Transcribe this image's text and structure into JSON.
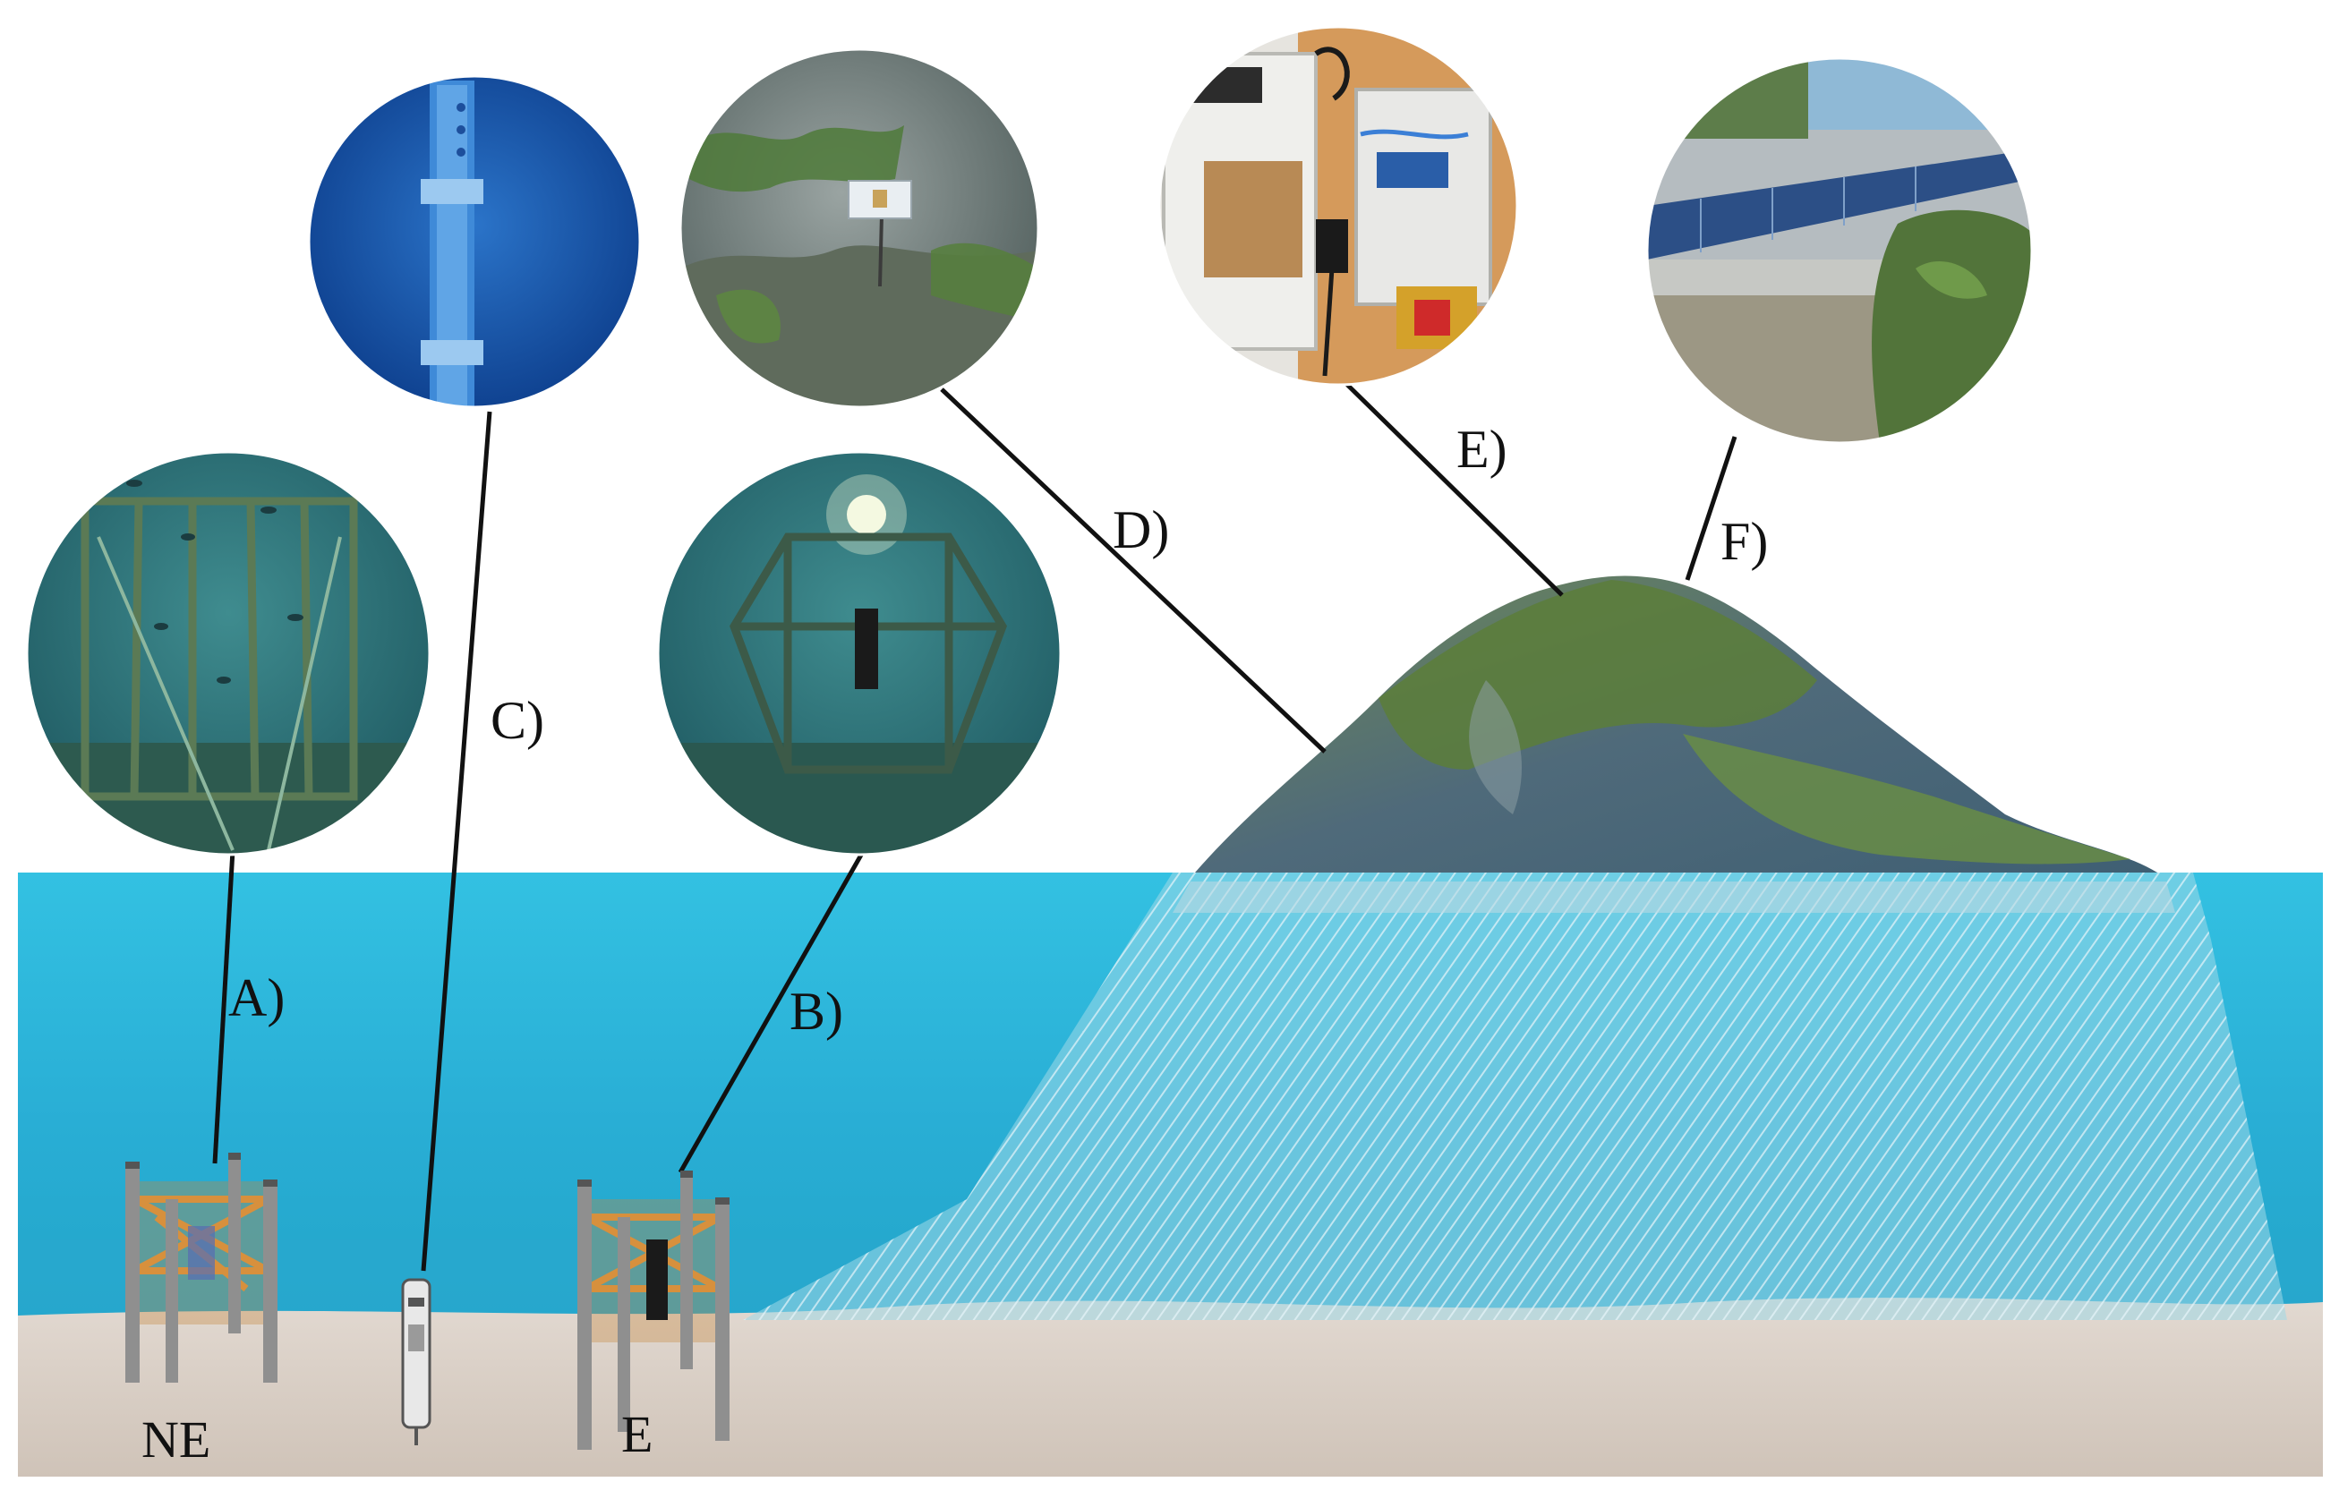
{
  "labels": {
    "a": "A)",
    "b": "B)",
    "c": "C)",
    "d": "D)",
    "e": "E)",
    "f": "F)"
  },
  "sites": {
    "ne": "NE",
    "e": "E"
  },
  "colors": {
    "sea": "#2fb8da",
    "sea_deep": "#1d9cc6",
    "seabed": "#d9cfc6",
    "island_rock": "#4e6c80",
    "island_vegetation": "#5b7d3c",
    "cage_metal": "#8f8f8f",
    "cage_rope": "#d7903d",
    "leader_line": "#111111"
  }
}
